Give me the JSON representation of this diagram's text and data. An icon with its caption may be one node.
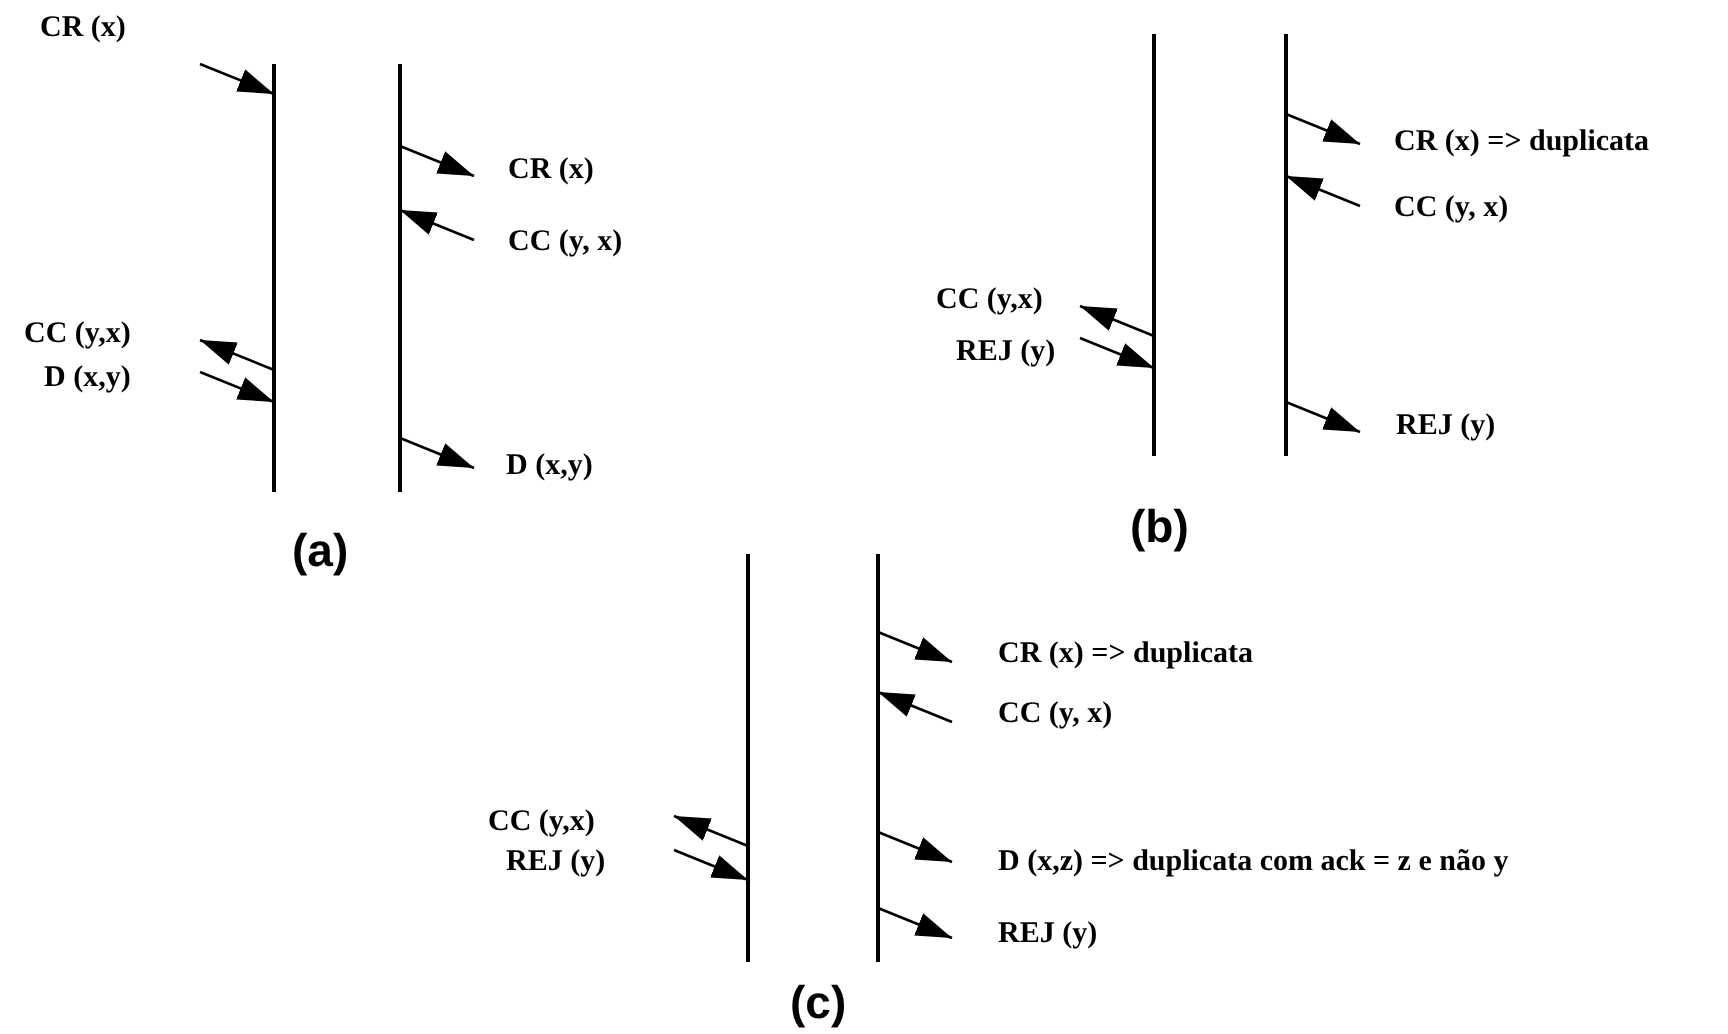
{
  "diagram": {
    "nodes": [
      {
        "text": [],
        "shape": "line"
      },
      {
        "text": [],
        "shape": "line"
      },
      {
        "text": [
          "CR (x)"
        ]
      },
      {
        "text": [
          "CR (x)"
        ]
      },
      {
        "text": [
          "CC (y, x)"
        ]
      },
      {
        "text": [
          "CC (y,x)"
        ]
      },
      {
        "text": [
          "D (x,y)"
        ]
      },
      {
        "text": [
          "D (x,y)"
        ]
      },
      {
        "text": [],
        "shape": "line"
      },
      {
        "text": [],
        "shape": "line"
      },
      {
        "text": [
          "CR (x) => duplicata"
        ]
      },
      {
        "text": [
          "CC (y, x)"
        ]
      },
      {
        "text": [
          "CC (y,x)"
        ]
      },
      {
        "text": [
          "REJ (y)"
        ]
      },
      {
        "text": [
          "REJ (y)"
        ]
      },
      {
        "text": [],
        "shape": "line"
      },
      {
        "text": [],
        "shape": "line"
      },
      {
        "text": [
          "CR (x) => duplicata"
        ]
      },
      {
        "text": [
          "CC (y, x)"
        ]
      },
      {
        "text": [
          "CC (y,x)"
        ]
      },
      {
        "text": [
          "REJ (y)"
        ]
      },
      {
        "text": [
          "D (x,z) => duplicata com ack = z e não y"
        ]
      },
      {
        "text": [
          "REJ (y)"
        ]
      }
    ],
    "edges": [
      {
        "from": 2,
        "to": 0,
        "arrow": "to"
      },
      {
        "from": 1,
        "to": 3,
        "arrow": "to"
      },
      {
        "from": 4,
        "to": 1,
        "arrow": "to"
      },
      {
        "from": 0,
        "to": 5,
        "arrow": "to"
      },
      {
        "from": 6,
        "to": 0,
        "arrow": "to"
      },
      {
        "from": 1,
        "to": 7,
        "arrow": "to"
      },
      {
        "from": 9,
        "to": 10,
        "arrow": "to"
      },
      {
        "from": 11,
        "to": 9,
        "arrow": "to"
      },
      {
        "from": 8,
        "to": 12,
        "arrow": "to"
      },
      {
        "from": 13,
        "to": 8,
        "arrow": "to"
      },
      {
        "from": 9,
        "to": 14,
        "arrow": "to"
      },
      {
        "from": 16,
        "to": 17,
        "arrow": "to"
      },
      {
        "from": 18,
        "to": 16,
        "arrow": "to"
      },
      {
        "from": 15,
        "to": 19,
        "arrow": "to"
      },
      {
        "from": 20,
        "to": 15,
        "arrow": "to"
      },
      {
        "from": 16,
        "to": 21,
        "arrow": "to"
      },
      {
        "from": 16,
        "to": 22,
        "arrow": "to"
      }
    ],
    "labels": [
      "(a)",
      "(b)",
      "(c)"
    ]
  }
}
